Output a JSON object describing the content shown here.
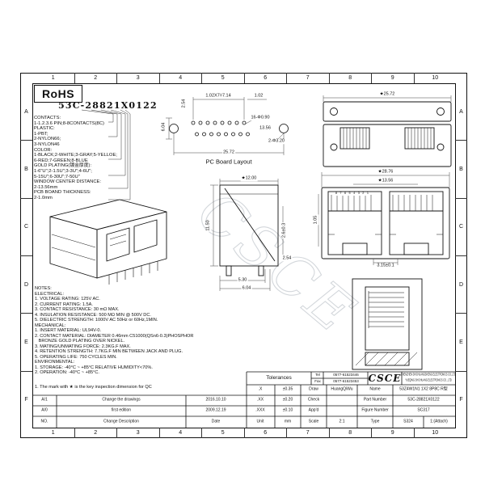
{
  "frame": {
    "cols": [
      "1",
      "2",
      "3",
      "4",
      "5",
      "6",
      "7",
      "8",
      "9",
      "10"
    ],
    "rows": [
      "A",
      "B",
      "C",
      "D",
      "E",
      "F"
    ]
  },
  "header": {
    "rohs": "RoHS",
    "part_number": "53C-28821X0122"
  },
  "callout_lines": [
    "CONTACTS:",
    "1-1.2.3.6 PIN;8-8CONTACTS(8C)",
    "PLASTIC:",
    "1-PBT;",
    "2-NYLON66;",
    "3-NYLON46",
    "COLOR:",
    "1-BLACK;2-WHITE;3-GRAY;5-YELLOE;",
    "6-RED;7-GREEN;8-BLUE",
    "GOLD PLATING(镀金厚度):",
    "1-6\"U\";2-1.5U\";3-3U\";4-6U\";",
    "5-15U\";6-30U\";7-50U\"",
    "WINDOW CENTER DISTANCE:",
    "2-13.56mm",
    "PCB BOAND THICKNESS:",
    "2-1.0mm"
  ],
  "pcb": {
    "caption": "PC Board Layout",
    "pitch": "1.02X7=7.14",
    "p254": "2.54",
    "p102": "1.02",
    "holes": "16-Φ0.90",
    "w1356": "13.56",
    "bighole": "2-Φ3.20",
    "w2572": "25.72",
    "h604": "6.04"
  },
  "top_view": {
    "w2572": "★25.72"
  },
  "front_view": {
    "w2876": "★28.76",
    "c1356": "★13.56",
    "pins": "8 7 6 5 4 3 2 1",
    "h105": "1.05",
    "b315": "3.15±0.1"
  },
  "side_view": {
    "w1200": "★12.00",
    "h1150": "11.50",
    "r26": "2.6±0.3",
    "p254": "2.54",
    "b530": "5.30",
    "b604": "6.04"
  },
  "notes_lines": [
    "NOTES:",
    "ELECTRICAL:",
    "1. VOLTAGE RATING: 125V AC.",
    "2. CURRENT RATING: 1.5A.",
    "3. CONTACT RESISTANCE: 30 mΩ MAX.",
    "4. INSULATION RESISTANCE: 500 MΩ MIN @ 500V DC.",
    "5. DIELECTRIC STRENGTH: 1000V AC 50Hz or 60Hz,1MIN.",
    "MECHANICAL:",
    "1. INSERT MATERIAL: UL94V-0.",
    "2. CONTACT MATERIAL: DIAMETER 0.46mm C51000(QSn6-0.3)PHOSPHOR",
    "   BRONZE GOLD PLATING OVER NICKEL.",
    "3. MATING/UNMATING FORCE: 2.3KG.F MAX.",
    "4. RETENTION STRENGTH: 7.7KG.F MIN BETWEEN JACK AND PLUG.",
    "5. OPERATING LIFE: 750 CYCLES MIN.",
    "ENVIRONMENTAL:",
    "1. STORAGE: -40°C ~ +85°C RELATIVE HUMIDITY<70%.",
    "2. OPERATION: -40°C ~ +85°C."
  ],
  "qc_note": "1. The mark with ★ is the key inspection dimension for QC",
  "watermark": "CSCE",
  "tb": {
    "tolerances_label": "Tolerances",
    "tel_label": "Tel",
    "tel_value": "0577-61523446",
    "fax_label": "Fax",
    "fax_value": "0577-61523453",
    "logo_text": "CSCE",
    "company1": "SHENZHEN SHICHUANGSHENG ELECTRONICS CO.,LTD",
    "company2": "YUEQING SHICHUANG ELECTRONICS CO., LTD",
    "r1": {
      "a": ".X",
      "b": "±0.35",
      "c": "Draw",
      "d": "HuangQiWu",
      "e": "Name",
      "f": "53Z4W1N1 1X2 8P8C R型"
    },
    "r2": {
      "a": ".XX",
      "b": "±0.20",
      "c": "Check",
      "d": "",
      "e": "Part Number",
      "f": "53C-28821X0122"
    },
    "r3": {
      "a": ".XXX",
      "b": "±0.10",
      "c": "App'd",
      "d": "",
      "e": "Figure Number",
      "f": "SC317"
    },
    "r4": {
      "a": "Unit",
      "b": "mm",
      "c": "Scale",
      "d": "2:1",
      "e": "Type",
      "f": "S324",
      "g": "1:(Attach)"
    }
  },
  "rev": {
    "r1": {
      "no": "A/1",
      "desc": "Change the drawings",
      "date": "2016.10.10"
    },
    "r2": {
      "no": "A/0",
      "desc": "first edition",
      "date": "2009.12.19"
    },
    "hdr": {
      "no": "NO.",
      "desc": "Change Description",
      "date": "Date"
    }
  }
}
